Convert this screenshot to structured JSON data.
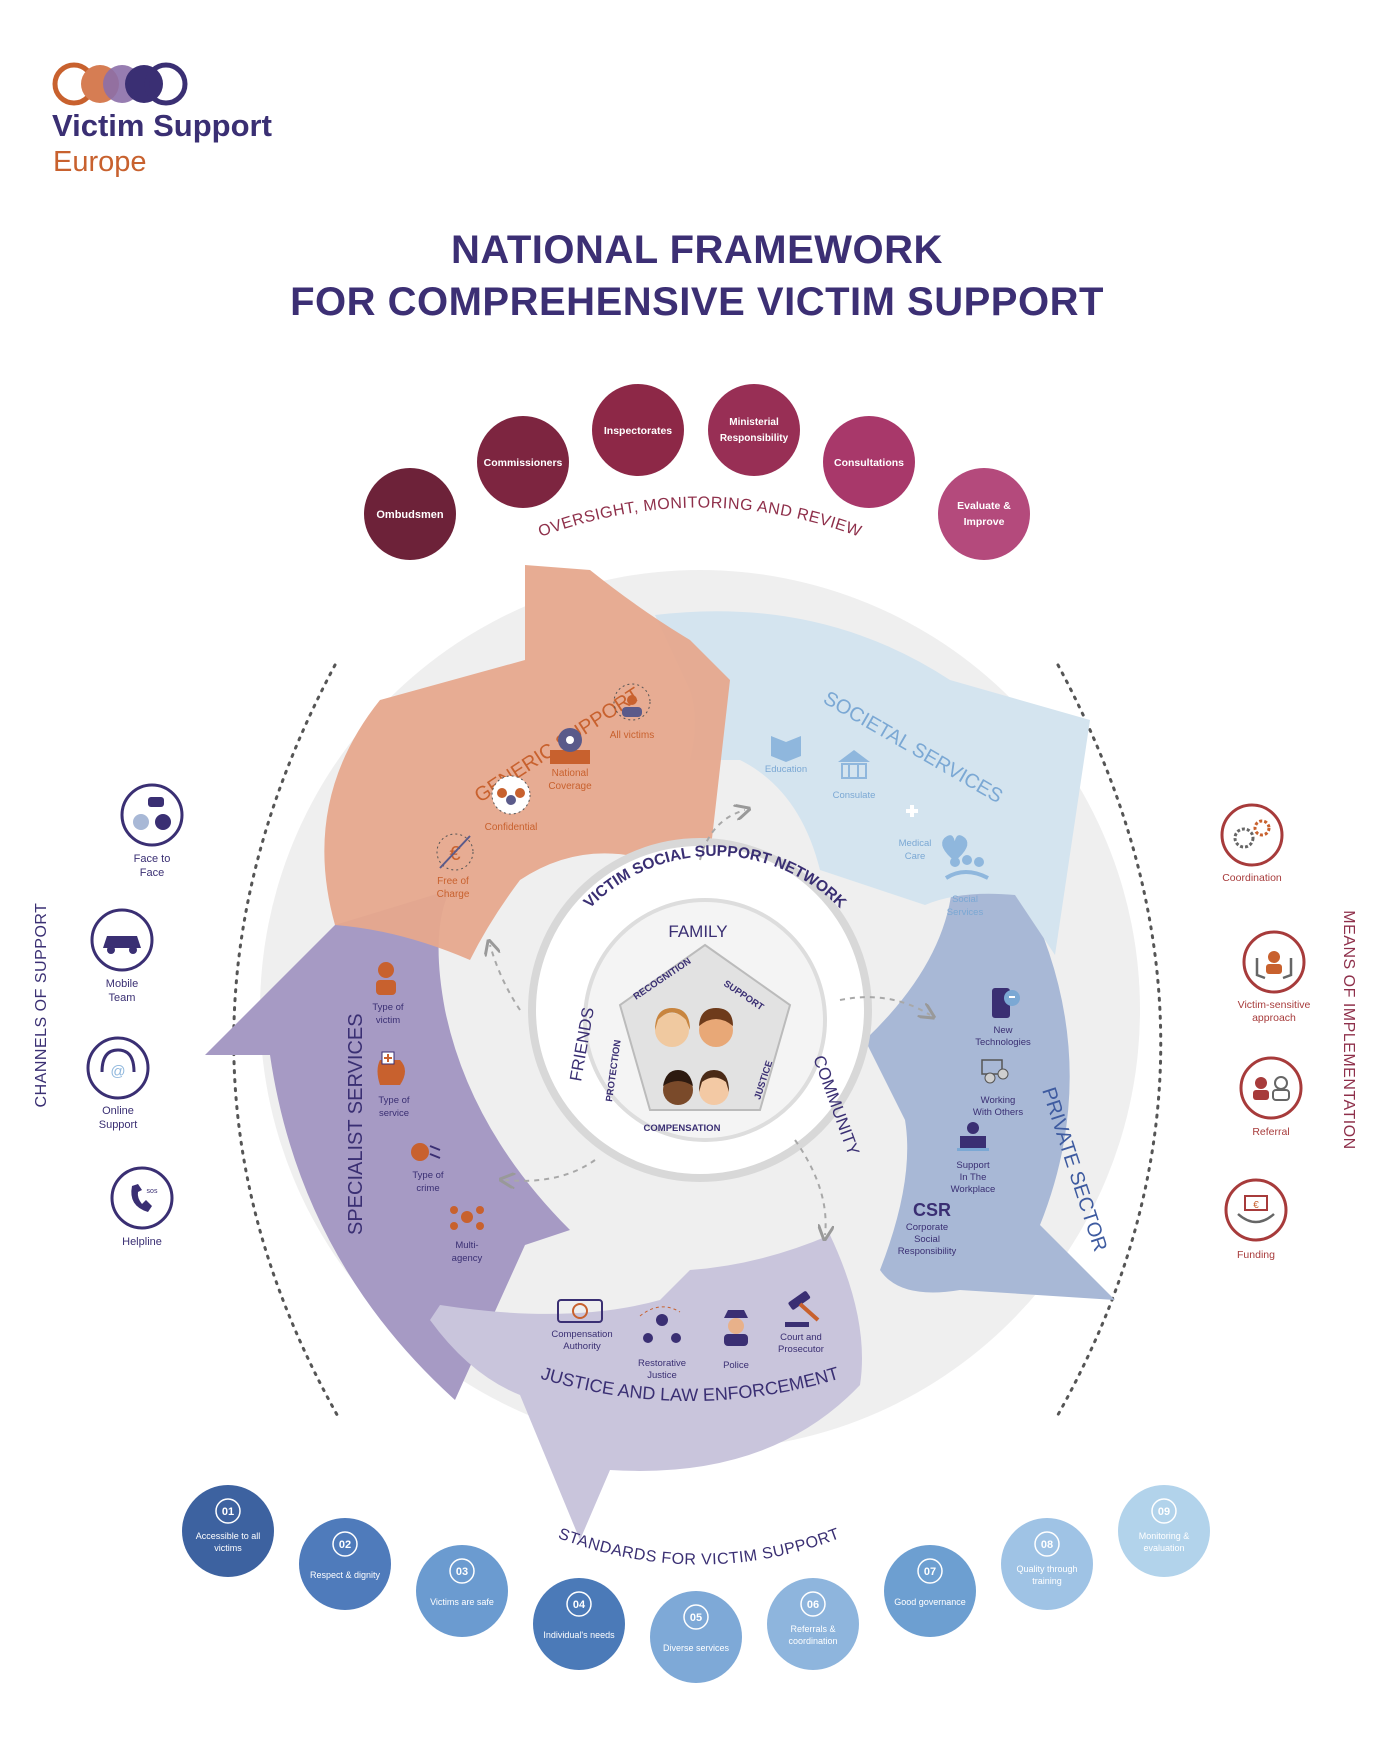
{
  "logo": {
    "line1": "Victim Support",
    "line2": "Europe"
  },
  "title": {
    "line1": "NATIONAL FRAMEWORK",
    "line2": "FOR COMPREHENSIVE VICTIM SUPPORT"
  },
  "oversight": {
    "label": "OVERSIGHT, MONITORING AND REVIEW",
    "items": [
      {
        "l1": "Ombudsmen",
        "l2": ""
      },
      {
        "l1": "Commissioners",
        "l2": ""
      },
      {
        "l1": "Inspectorates",
        "l2": ""
      },
      {
        "l1": "Ministerial",
        "l2": "Responsibility"
      },
      {
        "l1": "Consultations",
        "l2": ""
      },
      {
        "l1": "Evaluate &",
        "l2": "Improve"
      }
    ]
  },
  "sectors": {
    "generic": {
      "label": "GENERIC SUPPORT",
      "items": [
        {
          "l1": "All victims",
          "l2": ""
        },
        {
          "l1": "National",
          "l2": "Coverage"
        },
        {
          "l1": "Confidential",
          "l2": ""
        },
        {
          "l1": "Free of",
          "l2": "Charge"
        }
      ]
    },
    "societal": {
      "label": "SOCIETAL SERVICES",
      "items": [
        {
          "l1": "Education",
          "l2": ""
        },
        {
          "l1": "Consulate",
          "l2": ""
        },
        {
          "l1": "Medical",
          "l2": "Care"
        },
        {
          "l1": "Social",
          "l2": "Services"
        }
      ]
    },
    "private": {
      "label": "PRIVATE SECTOR",
      "csr": "CSR",
      "items": [
        {
          "l1": "New",
          "l2": "Technologies",
          "l3": ""
        },
        {
          "l1": "Working",
          "l2": "With Others",
          "l3": ""
        },
        {
          "l1": "Support",
          "l2": "In The",
          "l3": "Workplace"
        },
        {
          "l1": "Corporate",
          "l2": "Social",
          "l3": "Responsibility"
        }
      ]
    },
    "justice": {
      "label": "JUSTICE AND LAW ENFORCEMENT",
      "items": [
        {
          "l1": "Compensation",
          "l2": "Authority"
        },
        {
          "l1": "Restorative",
          "l2": "Justice"
        },
        {
          "l1": "Police",
          "l2": ""
        },
        {
          "l1": "Court and",
          "l2": "Prosecutor"
        }
      ]
    },
    "specialist": {
      "label": "SPECIALIST SERVICES",
      "items": [
        {
          "l1": "Type of",
          "l2": "victim"
        },
        {
          "l1": "Type of",
          "l2": "service"
        },
        {
          "l1": "Type of",
          "l2": "crime"
        },
        {
          "l1": "Multi-",
          "l2": "agency"
        }
      ]
    }
  },
  "center": {
    "network": "VICTIM SOCIAL SUPPORT NETWORK",
    "family": "FAMILY",
    "friends": "FRIENDS",
    "community": "COMMUNITY",
    "pentagon": [
      "RECOGNITION",
      "SUPPORT",
      "JUSTICE",
      "COMPENSATION",
      "PROTECTION"
    ]
  },
  "channels": {
    "label": "CHANNELS OF SUPPORT",
    "sos": "sos",
    "items": [
      {
        "l1": "Face to",
        "l2": "Face"
      },
      {
        "l1": "Mobile",
        "l2": "Team"
      },
      {
        "l1": "Online",
        "l2": "Support"
      },
      {
        "l1": "Helpline",
        "l2": ""
      }
    ]
  },
  "means": {
    "label": "MEANS OF IMPLEMENTATION",
    "items": [
      {
        "l1": "Coordination",
        "l2": ""
      },
      {
        "l1": "Victim-sensitive",
        "l2": "approach"
      },
      {
        "l1": "Referral",
        "l2": ""
      },
      {
        "l1": "Funding",
        "l2": ""
      }
    ]
  },
  "standards": {
    "label": "STANDARDS FOR VICTIM SUPPORT",
    "items": [
      {
        "num": "01",
        "l1": "Accessible to all",
        "l2": "victims",
        "color": "#3d62a0"
      },
      {
        "num": "02",
        "l1": "Respect & dignity",
        "l2": "",
        "color": "#4f7bbb"
      },
      {
        "num": "03",
        "l1": "Victims are safe",
        "l2": "",
        "color": "#6b9bd0"
      },
      {
        "num": "04",
        "l1": "Individual's needs",
        "l2": "",
        "color": "#4b7ab8"
      },
      {
        "num": "05",
        "l1": "Diverse services",
        "l2": "",
        "color": "#7ea9d7"
      },
      {
        "num": "06",
        "l1": "Referrals &",
        "l2": "coordination",
        "color": "#8eb5dd"
      },
      {
        "num": "07",
        "l1": "Good governance",
        "l2": "",
        "color": "#6d9fd1"
      },
      {
        "num": "08",
        "l1": "Quality through",
        "l2": "training",
        "color": "#9fc3e5"
      },
      {
        "num": "09",
        "l1": "Monitoring &",
        "l2": "evaluation",
        "color": "#b2d3eb"
      }
    ]
  },
  "colors": {
    "navy": "#3a2f73",
    "orange": "#c8612e",
    "maroon": "#8e2f4a",
    "generic": "#e6a88d",
    "societal": "#d4e4ef",
    "private": "#a8b8d6",
    "justice": "#c9c5dc",
    "specialist": "#a69ac4"
  }
}
